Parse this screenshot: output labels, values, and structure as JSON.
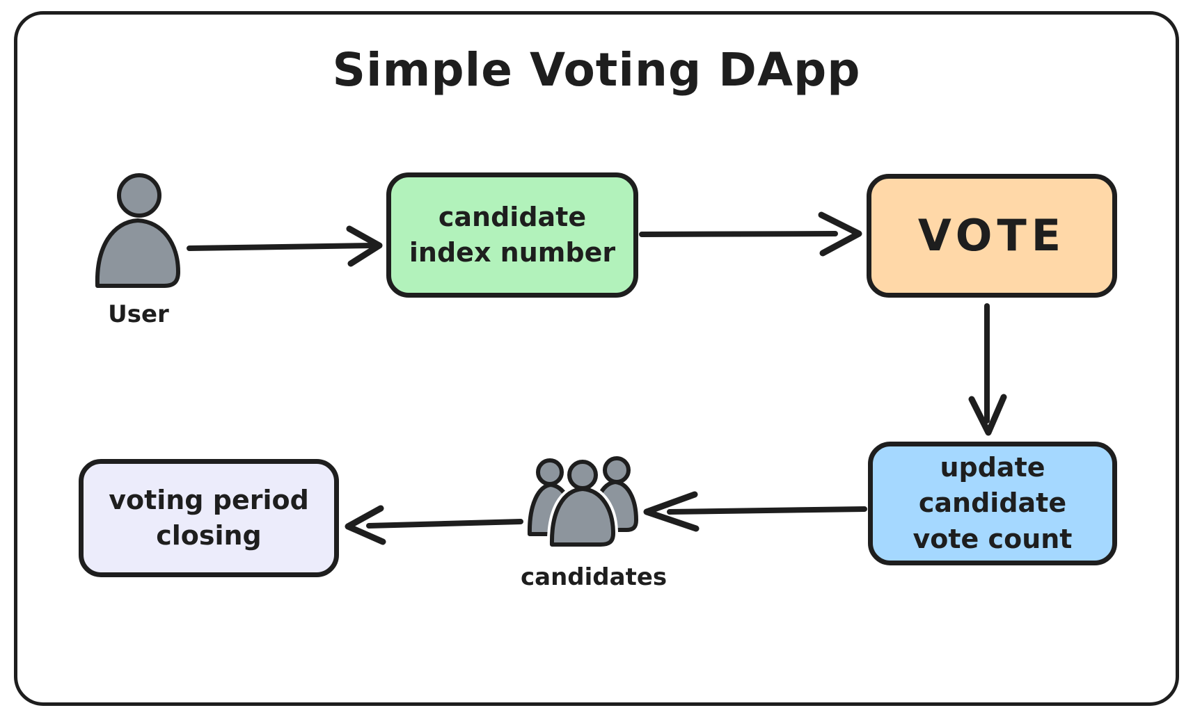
{
  "title": "Simple Voting DApp",
  "nodes": {
    "user": {
      "label": "User",
      "icon": "person-icon"
    },
    "candidate_index": {
      "label": "candidate\nindex number",
      "fill": "#b2f2bb"
    },
    "vote": {
      "label": "VOTE",
      "fill": "#ffd8a8"
    },
    "update_count": {
      "label": "update candidate\nvote count",
      "fill": "#a5d8ff"
    },
    "candidates": {
      "label": "candidates",
      "icon": "people-icon"
    },
    "voting_period": {
      "label": "voting period\nclosing",
      "fill": "#ececfb"
    }
  },
  "edges": [
    {
      "from": "user",
      "to": "candidate_index"
    },
    {
      "from": "candidate_index",
      "to": "vote"
    },
    {
      "from": "vote",
      "to": "update_count"
    },
    {
      "from": "update_count",
      "to": "candidates"
    },
    {
      "from": "candidates",
      "to": "voting_period"
    }
  ],
  "colors": {
    "stroke": "#1e1e1e",
    "green_fill": "#b2f2bb",
    "orange_fill": "#ffd8a8",
    "blue_fill": "#a5d8ff",
    "lavender_fill": "#ececfb",
    "person_fill": "#8d959d",
    "background": "#ffffff"
  }
}
